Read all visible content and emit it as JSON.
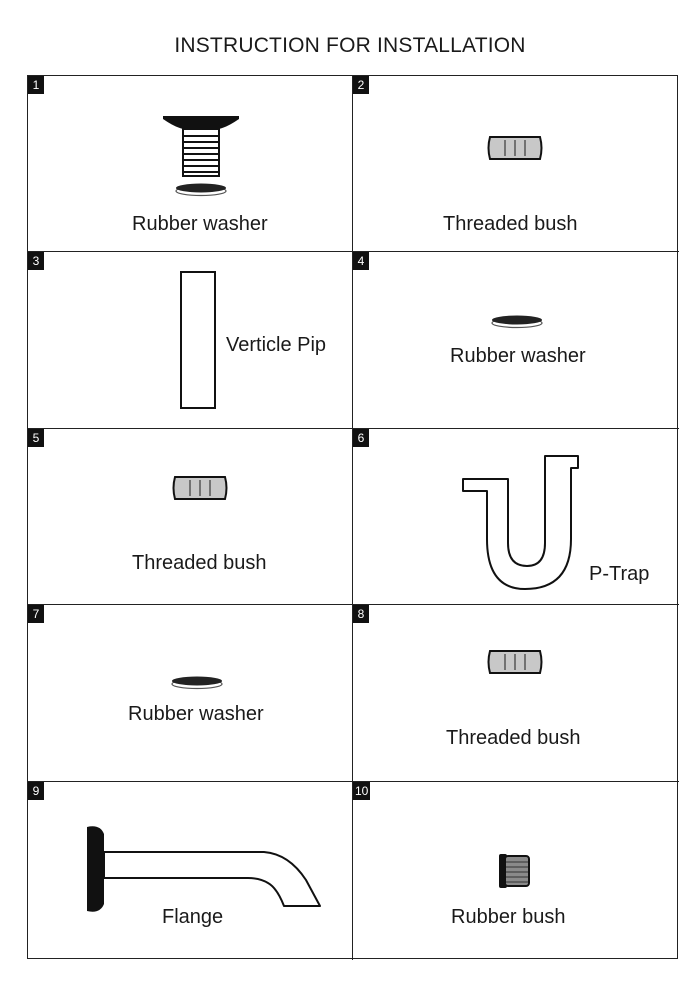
{
  "title": "INSTRUCTION FOR INSTALLATION",
  "cells": [
    {
      "number": "1",
      "label": "Rubber washer"
    },
    {
      "number": "2",
      "label": "Threaded bush"
    },
    {
      "number": "3",
      "label": "Verticle Pip"
    },
    {
      "number": "4",
      "label": "Rubber washer"
    },
    {
      "number": "5",
      "label": "Threaded bush"
    },
    {
      "number": "6",
      "label": "P-Trap"
    },
    {
      "number": "7",
      "label": "Rubber washer"
    },
    {
      "number": "8",
      "label": "Threaded bush"
    },
    {
      "number": "9",
      "label": "Flange"
    },
    {
      "number": "10",
      "label": "Rubber bush"
    }
  ]
}
